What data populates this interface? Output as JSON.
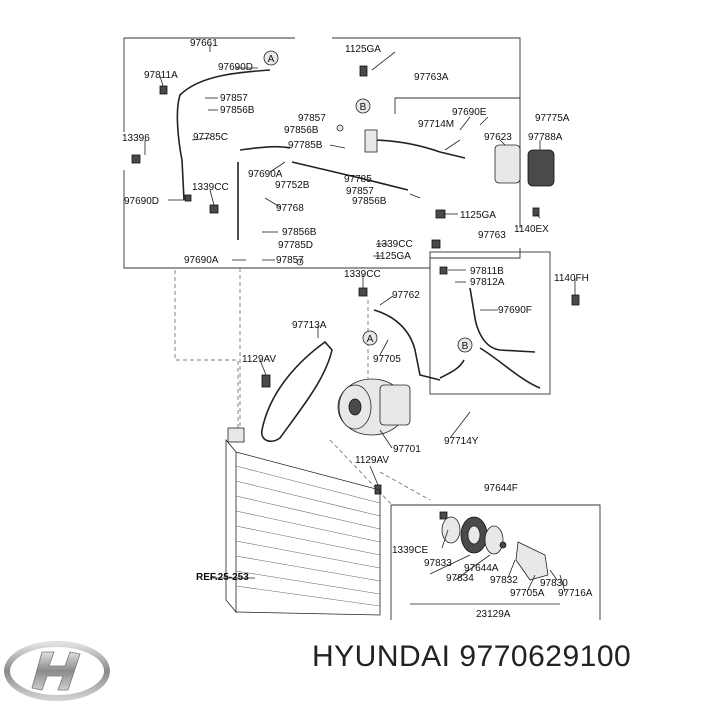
{
  "callouts": [
    {
      "id": "97661",
      "text": "97661"
    },
    {
      "id": "1125GA_top",
      "text": "1125GA"
    },
    {
      "id": "97811A",
      "text": "97811A"
    },
    {
      "id": "97690D_top",
      "text": "97690D"
    },
    {
      "id": "97763A",
      "text": "97763A"
    },
    {
      "id": "97857_a",
      "text": "97857"
    },
    {
      "id": "97856B_a",
      "text": "97856B"
    },
    {
      "id": "97690E",
      "text": "97690E"
    },
    {
      "id": "97775A",
      "text": "97775A"
    },
    {
      "id": "97857_b",
      "text": "97857"
    },
    {
      "id": "97714M",
      "text": "97714M"
    },
    {
      "id": "97856B_b",
      "text": "97856B"
    },
    {
      "id": "97623",
      "text": "97623"
    },
    {
      "id": "97788A",
      "text": "97788A"
    },
    {
      "id": "13396",
      "text": "13396"
    },
    {
      "id": "97785C",
      "text": "97785C"
    },
    {
      "id": "97785B",
      "text": "97785B"
    },
    {
      "id": "97690A_mid",
      "text": "97690A"
    },
    {
      "id": "97785",
      "text": "97785"
    },
    {
      "id": "1339CC_a",
      "text": "1339CC"
    },
    {
      "id": "97752B",
      "text": "97752B"
    },
    {
      "id": "97857_c",
      "text": "97857"
    },
    {
      "id": "97690D_left",
      "text": "97690D"
    },
    {
      "id": "97856B_c",
      "text": "97856B"
    },
    {
      "id": "97768",
      "text": "97768"
    },
    {
      "id": "1125GA_mid",
      "text": "1125GA"
    },
    {
      "id": "1140EX",
      "text": "1140EX"
    },
    {
      "id": "97856B_d",
      "text": "97856B"
    },
    {
      "id": "97785D",
      "text": "97785D"
    },
    {
      "id": "1339CC_b",
      "text": "1339CC"
    },
    {
      "id": "97763",
      "text": "97763"
    },
    {
      "id": "97690A_low",
      "text": "97690A"
    },
    {
      "id": "97857_d",
      "text": "97857"
    },
    {
      "id": "1125GA_low",
      "text": "1125GA"
    },
    {
      "id": "1339CC_c",
      "text": "1339CC"
    },
    {
      "id": "97811B",
      "text": "97811B"
    },
    {
      "id": "97812A",
      "text": "97812A"
    },
    {
      "id": "1140FH",
      "text": "1140FH"
    },
    {
      "id": "97762",
      "text": "97762"
    },
    {
      "id": "97690F",
      "text": "97690F"
    },
    {
      "id": "97713A",
      "text": "97713A"
    },
    {
      "id": "1129AV_a",
      "text": "1129AV"
    },
    {
      "id": "97705",
      "text": "97705"
    },
    {
      "id": "97714Y",
      "text": "97714Y"
    },
    {
      "id": "97701",
      "text": "97701"
    },
    {
      "id": "1129AV_b",
      "text": "1129AV"
    },
    {
      "id": "97644F",
      "text": "97644F"
    },
    {
      "id": "1339CE",
      "text": "1339CE"
    },
    {
      "id": "97833",
      "text": "97833"
    },
    {
      "id": "97644A",
      "text": "97644A"
    },
    {
      "id": "97834",
      "text": "97834"
    },
    {
      "id": "97832",
      "text": "97832"
    },
    {
      "id": "97830",
      "text": "97830"
    },
    {
      "id": "97705A",
      "text": "97705A"
    },
    {
      "id": "97716A",
      "text": "97716A"
    },
    {
      "id": "23129A",
      "text": "23129A"
    }
  ],
  "reference": "REF.25-253",
  "connector_badges": {
    "a": "A",
    "b": "B"
  },
  "brand": {
    "logo_icon": "hyundai-logo-icon",
    "caption": "HYUNDAI 9770629100"
  }
}
